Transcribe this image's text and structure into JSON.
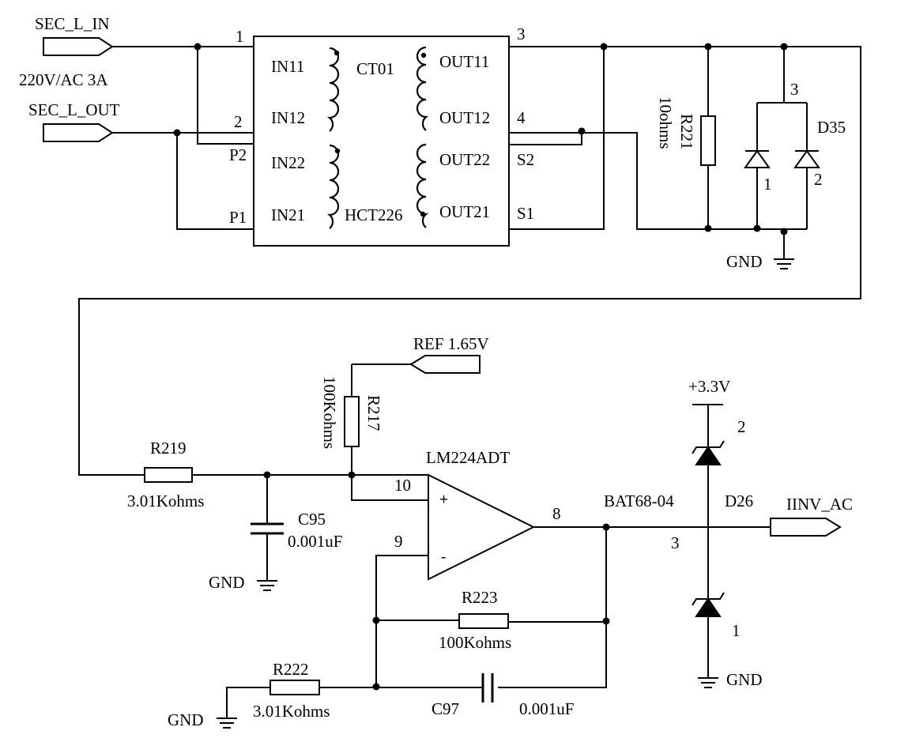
{
  "ports": {
    "sec_l_in": "SEC_L_IN",
    "sec_l_out": "SEC_L_OUT",
    "rating": "220V/AC 3A",
    "ref": "REF 1.65V",
    "iinv_ac": "IINV_AC",
    "vcc": "+3.3V"
  },
  "gnd": "GND",
  "transformer": {
    "ct_name": "CT01",
    "hct_name": "HCT226",
    "pins": {
      "in11": "IN11",
      "in12": "IN12",
      "in22": "IN22",
      "in21": "IN21",
      "out11": "OUT11",
      "out12": "OUT12",
      "out22": "OUT22",
      "out21": "OUT21",
      "p1": "P1",
      "p2": "P2",
      "s1": "S1",
      "s2": "S2",
      "pin1": "1",
      "pin2": "2",
      "pin3": "3",
      "pin4": "4"
    }
  },
  "r221": {
    "ref": "R221",
    "value": "10ohms"
  },
  "d35": {
    "ref": "D35",
    "pin1": "1",
    "pin2": "2",
    "pin3": "3"
  },
  "r219": {
    "ref": "R219",
    "value": "3.01Kohms"
  },
  "c95": {
    "ref": "C95",
    "value": "0.001uF"
  },
  "r217": {
    "ref": "R217",
    "value": "100Kohms"
  },
  "opamp": {
    "ref": "LM224ADT",
    "plus": "+",
    "minus": "-",
    "pin_in_plus": "10",
    "pin_in_minus": "9",
    "pin_out": "8"
  },
  "r223": {
    "ref": "R223",
    "value": "100Kohms"
  },
  "r222": {
    "ref": "R222",
    "value": "3.01Kohms"
  },
  "c97": {
    "ref": "C97",
    "value": "0.001uF"
  },
  "d26": {
    "ref": "D26",
    "part": "BAT68-04",
    "pin1": "1",
    "pin2": "2",
    "pin3": "3"
  }
}
